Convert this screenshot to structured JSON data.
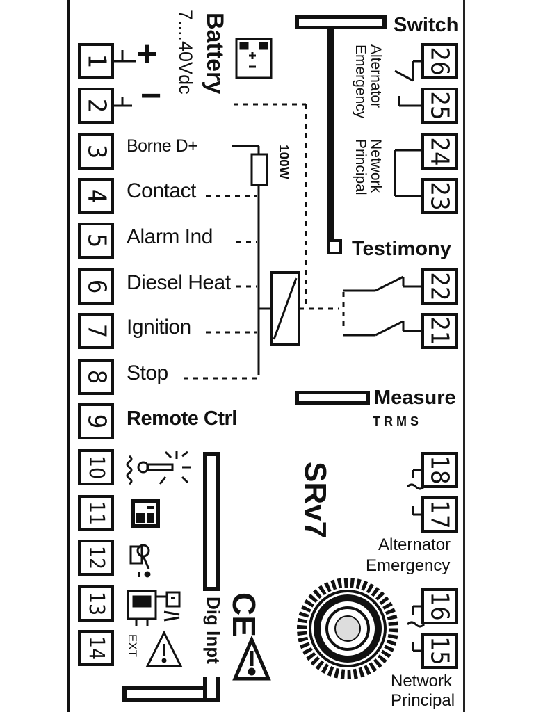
{
  "left_terminals": [
    "1",
    "2",
    "3",
    "4",
    "5",
    "6",
    "7",
    "8",
    "9",
    "10",
    "11",
    "12",
    "13",
    "14"
  ],
  "input_labels": {
    "d_plus": "Borne D+",
    "contact": "Contact",
    "alarm": "Alarm Ind",
    "diesel_heat": "Diesel Heat",
    "ignition": "Ignition",
    "stop": "Stop",
    "remote": "Remote Ctrl"
  },
  "battery": {
    "title": "Battery",
    "range": "7....40Vdc",
    "plus": "+",
    "minus": "−"
  },
  "resistor_label": "100W",
  "switch_section": {
    "title": "Switch",
    "alt_emerg": "Alternator Emergency",
    "net_princ": "Network Principal",
    "terminals": [
      "26",
      "25",
      "24",
      "23"
    ]
  },
  "testimony": {
    "title": "Testimony",
    "terminals": [
      "22",
      "21"
    ]
  },
  "measure": {
    "title": "Measure",
    "subtitle": "TRMS",
    "alt_terminals": [
      "18",
      "17"
    ],
    "alt_label_1": "Alternator",
    "alt_label_2": "Emergency",
    "net_terminals": [
      "16",
      "15"
    ],
    "net_label_1": "Network",
    "net_label_2": "Principal"
  },
  "model": "SRv7",
  "dig_input": "Dig Inpt",
  "marks": {
    "ce": "CE",
    "ext": "EXT",
    "warning": "!"
  }
}
